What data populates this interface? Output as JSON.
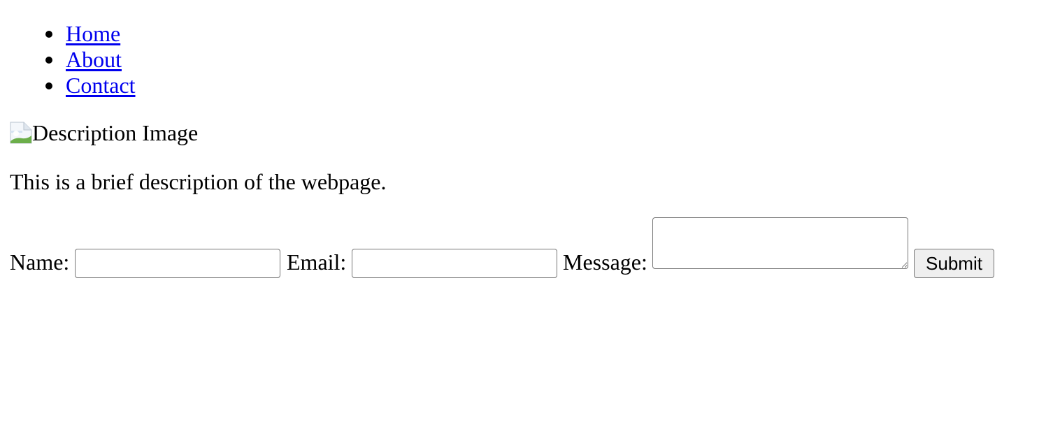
{
  "nav": {
    "items": [
      {
        "label": "Home"
      },
      {
        "label": "About"
      },
      {
        "label": "Contact"
      }
    ]
  },
  "image": {
    "alt": "Description Image",
    "icon": "broken-image-icon"
  },
  "description": "This is a brief description of the webpage.",
  "form": {
    "name_label": "Name:",
    "name_value": "",
    "email_label": "Email:",
    "email_value": "",
    "message_label": "Message:",
    "message_value": "",
    "submit_label": "Submit"
  },
  "colors": {
    "link": "#0000ee",
    "text": "#000000",
    "input_border": "#767676",
    "button_bg": "#efefef"
  }
}
